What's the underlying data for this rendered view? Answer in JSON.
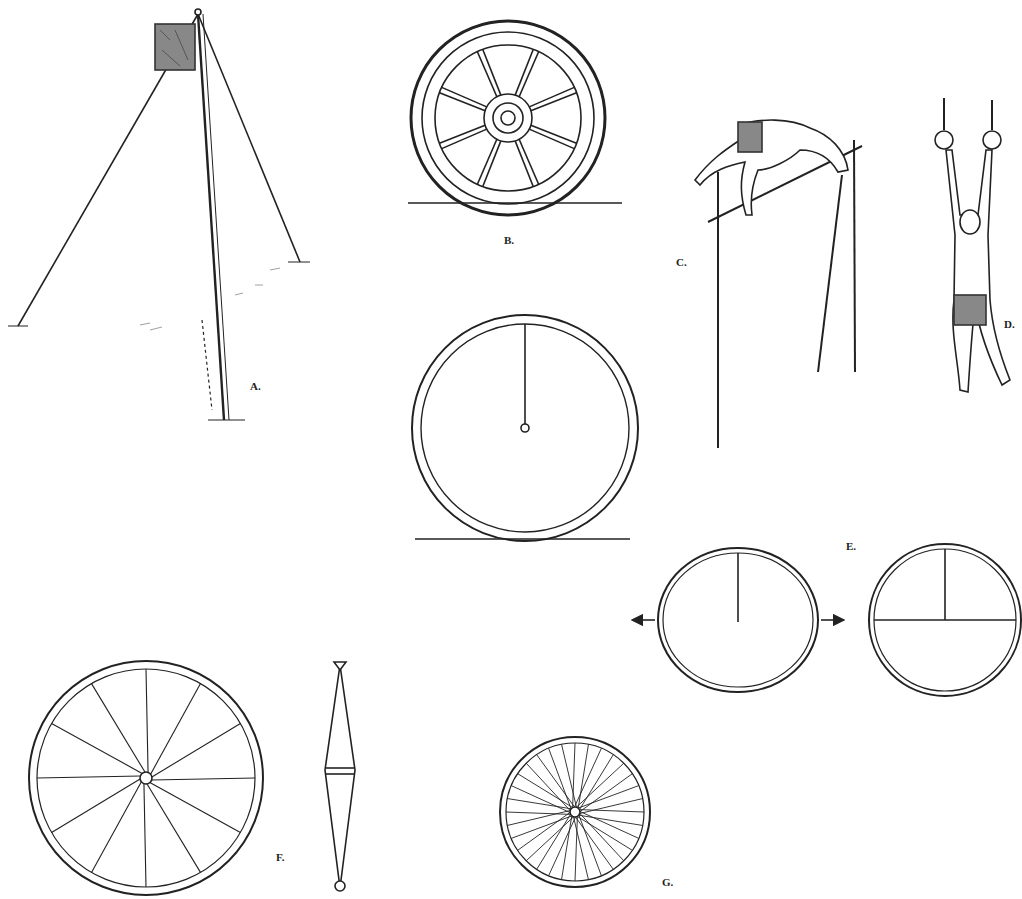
{
  "diagram": {
    "labels": [
      "A.",
      "B.",
      "C.",
      "D.",
      "E.",
      "F.",
      "G."
    ]
  }
}
